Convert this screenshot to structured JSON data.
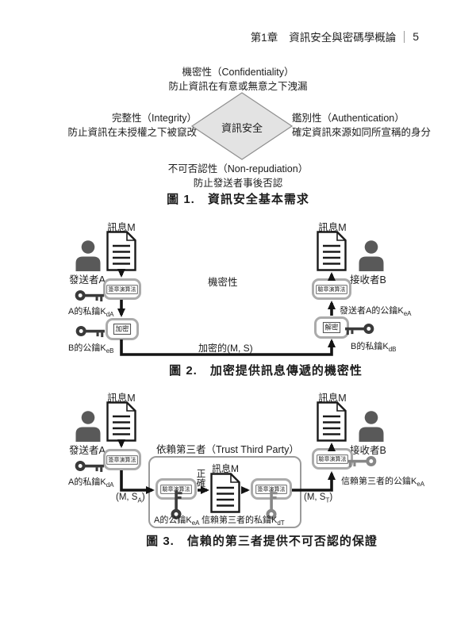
{
  "header": {
    "chapter": "第1章",
    "title": "資訊安全與密碼學概論",
    "page_number": "5"
  },
  "figure1": {
    "caption": "圖 1.　資訊安全基本需求",
    "center_label": "資訊安全",
    "confidentiality_title": "機密性（Confidentiality）",
    "confidentiality_desc": "防止資訊在有意或無意之下洩漏",
    "integrity_title": "完整性（Integrity）",
    "integrity_desc": "防止資訊在未授權之下被竄改",
    "authentication_title": "鑑別性（Authentication）",
    "authentication_desc": "確定資訊來源如同所宣稱的身分",
    "nonrepudiation_title": "不可否認性（Non-repudiation）",
    "nonrepudiation_desc": "防止發送者事後否認"
  },
  "figure2": {
    "caption": "圖 2.　加密提供訊息傳遞的機密性",
    "message_left": "訊息M",
    "sender": "發送者A",
    "sign_algo": "簽章演算法",
    "private_key_a": {
      "pre": "A的私鑰K",
      "sub": "dA",
      "post": ""
    },
    "encrypt": "加密",
    "public_key_b": {
      "pre": "B的公鑰K",
      "sub": "eB",
      "post": ""
    },
    "confidentiality": "機密性",
    "encrypted_label": "加密的(M, S)",
    "message_right": "訊息M",
    "receiver": "接收者B",
    "verify_algo": "驗章演算法",
    "public_key_a": {
      "pre": "發送者A的公鑰K",
      "sub": "eA",
      "post": ""
    },
    "decrypt": "解密",
    "private_key_b": {
      "pre": "B的私鑰K",
      "sub": "dB",
      "post": ""
    }
  },
  "figure3": {
    "caption": "圖 3.　信賴的第三者提供不可否認的保證",
    "message_left": "訊息M",
    "sender": "發送者A",
    "sign_algo_left": "簽章演算法",
    "private_key_a": {
      "pre": "A的私鑰K",
      "sub": "dA",
      "post": ""
    },
    "ms_a": {
      "pre": "(M, S",
      "sub": "A",
      "post": ")"
    },
    "ttp_title": "依賴第三者（Trust Third Party）",
    "verify_algo_ttp": "驗章演算法",
    "correct": "正確",
    "message_ttp": "訊息M",
    "sign_algo_ttp": "簽章演算法",
    "public_key_a": {
      "pre": "A的公鑰K",
      "sub": "eA",
      "post": ""
    },
    "ttp_private_key": {
      "pre": "信賴第三者的私鑰K",
      "sub": "dT",
      "post": ""
    },
    "ms_t": {
      "pre": "(M, S",
      "sub": "T",
      "post": ")"
    },
    "message_right": "訊息M",
    "receiver": "接收者B",
    "verify_algo_right": "驗章演算法",
    "ttp_public_key": {
      "pre": "信賴第三者的公鑰K",
      "sub": "eA",
      "post": ""
    }
  },
  "colors": {
    "diamond_fill": "#e3e3e3",
    "diamond_stroke": "#8f8f8f",
    "arrow": "#141414",
    "key_dark": "#3a3a3a",
    "key_gray": "#878787",
    "icon_gray": "#595959"
  }
}
